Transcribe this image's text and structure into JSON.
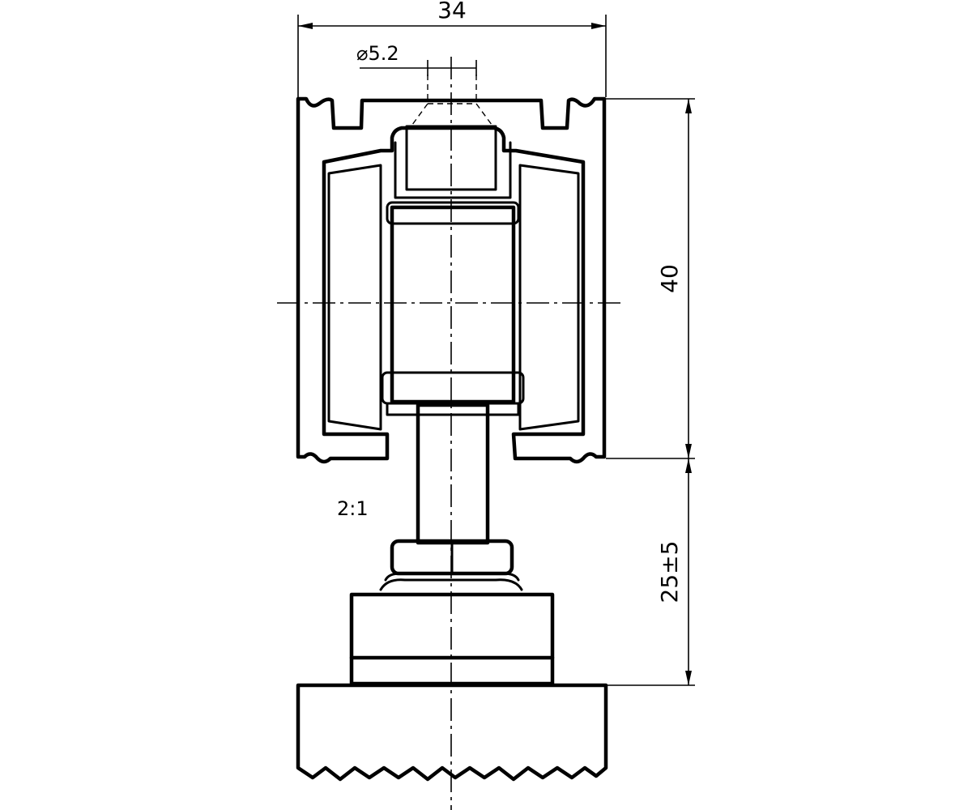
{
  "dimensions": {
    "width_top": "34",
    "hole_diameter": "⌀5.2",
    "rail_height": "40",
    "adjust_range": "25±5"
  },
  "scale": "2:1"
}
